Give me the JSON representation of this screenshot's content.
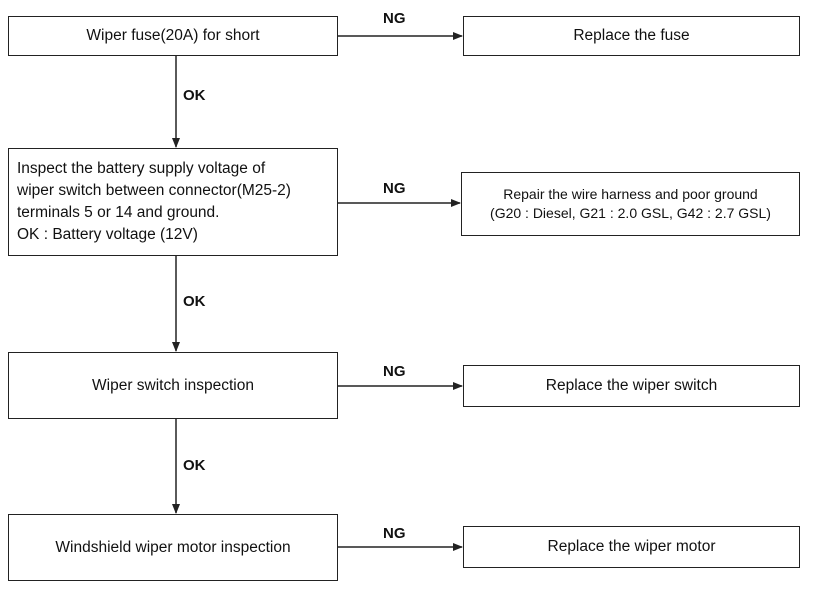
{
  "steps": [
    {
      "check_lines": [
        "Wiper fuse(20A) for short"
      ],
      "ng_lines": [
        "Replace the fuse"
      ]
    },
    {
      "check_lines": [
        "Inspect the battery supply voltage of",
        "wiper switch between connector(M25-2)",
        "terminals 5 or 14 and ground.",
        "OK : Battery voltage (12V)"
      ],
      "ng_lines": [
        "Repair the wire harness and poor ground",
        "(G20 : Diesel, G21 : 2.0 GSL, G42 : 2.7 GSL)"
      ]
    },
    {
      "check_lines": [
        "Wiper switch inspection"
      ],
      "ng_lines": [
        "Replace the wiper switch"
      ]
    },
    {
      "check_lines": [
        "Windshield wiper motor inspection"
      ],
      "ng_lines": [
        "Replace the wiper motor"
      ]
    }
  ],
  "labels": {
    "ng": "NG",
    "ok": "OK"
  },
  "colors": {
    "line": "#222222",
    "text": "#111111",
    "background": "#ffffff"
  }
}
